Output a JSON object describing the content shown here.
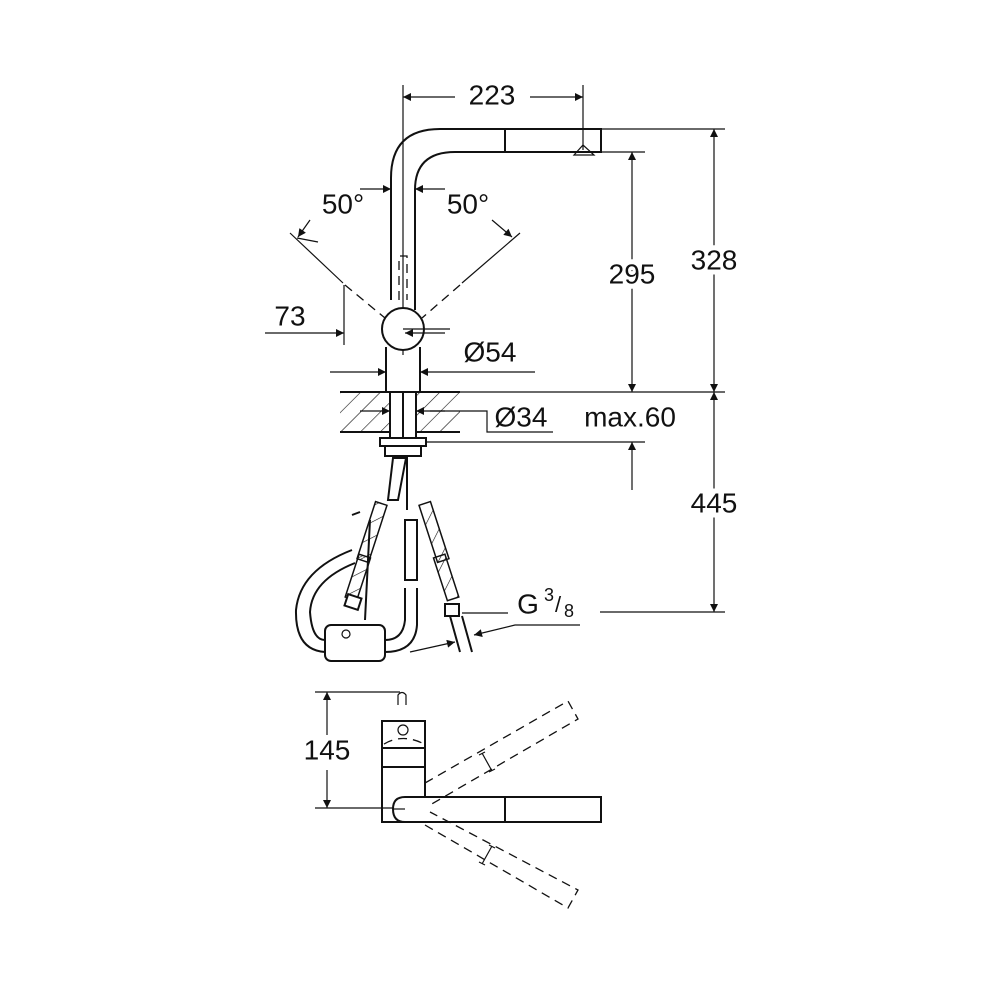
{
  "drawing": {
    "dimensions": {
      "spout_reach": "223",
      "swivel_left": "50°",
      "swivel_right": "50°",
      "offset": "73",
      "body_diameter": "Ø54",
      "hole_diameter": "Ø34",
      "max_thickness": "max.60",
      "spout_height": "295",
      "total_height": "328",
      "hose_length": "445",
      "thread": "G",
      "thread_num": "3",
      "thread_den": "8",
      "top_view_depth": "145"
    },
    "colors": {
      "line": "#111111",
      "background": "#ffffff"
    }
  }
}
